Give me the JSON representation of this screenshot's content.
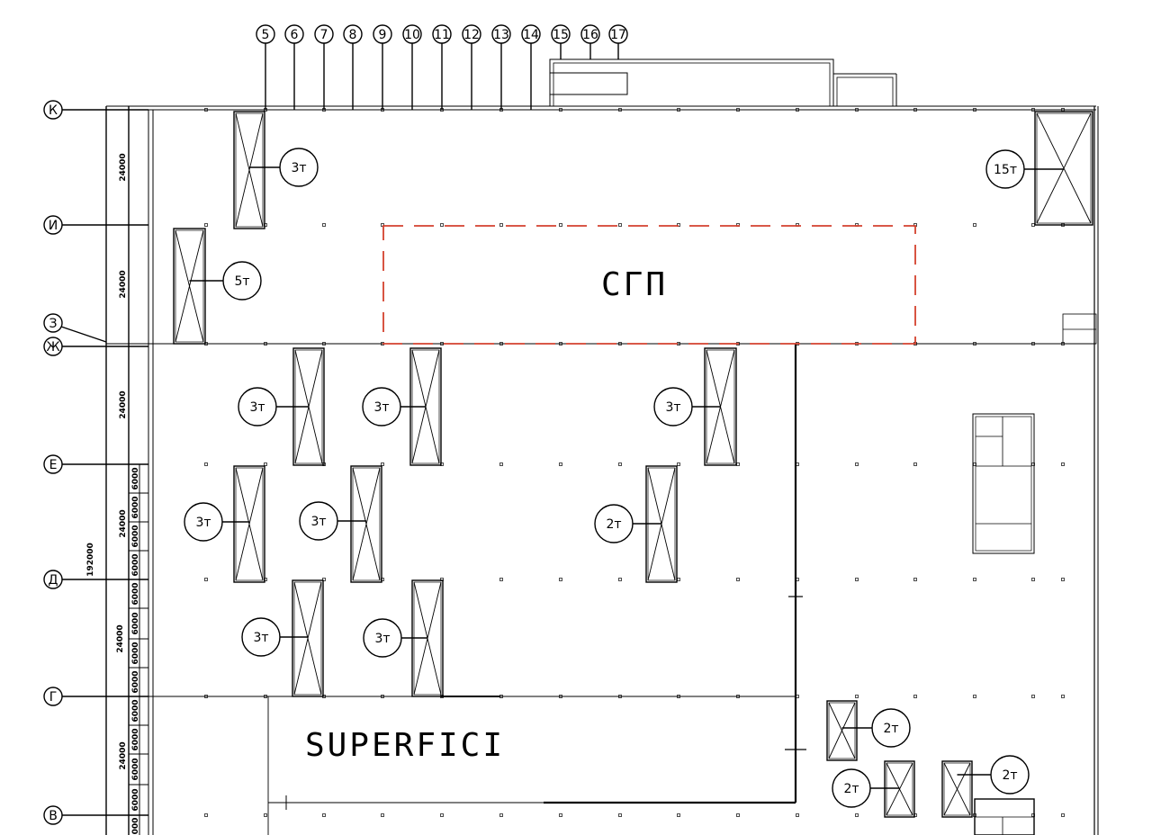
{
  "column_axes": [
    "5",
    "6",
    "7",
    "8",
    "9",
    "10",
    "11",
    "12",
    "13",
    "14",
    "15",
    "16",
    "17"
  ],
  "row_axes": [
    "К",
    "И",
    "З",
    "Ж",
    "Е",
    "Д",
    "Г",
    "В"
  ],
  "dimensions": {
    "bay_24000": "24000",
    "sub_6000": "6000",
    "sub_000": "000",
    "total": "192000"
  },
  "zones": {
    "sgp": "СГП",
    "superfici": "SUPERFICI"
  },
  "cranes": [
    "3т",
    "15т",
    "5т",
    "3т",
    "3т",
    "3т",
    "3т",
    "3т",
    "2т",
    "3т",
    "3т",
    "2т",
    "2т",
    "2т"
  ],
  "colors": {
    "line": "#000000",
    "sgp_border": "#d4412e",
    "background": "#ffffff"
  }
}
